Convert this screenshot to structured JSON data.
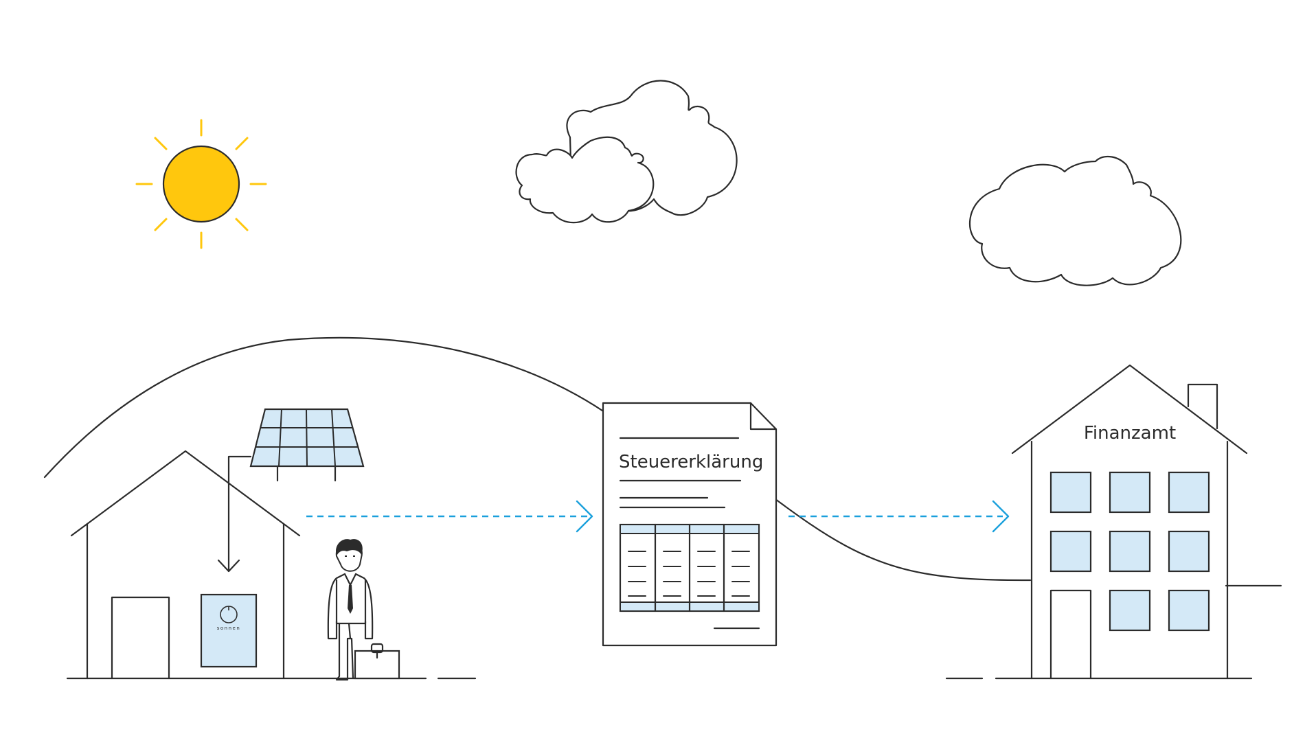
{
  "document": {
    "title": "Steuererklärung"
  },
  "tax_office": {
    "name": "Finanzamt"
  },
  "battery": {
    "brand": "sonnen"
  },
  "colors": {
    "sun": "#ffc70d",
    "flow_arrow": "#1aa0dc",
    "panel_fill": "#d4e9f7",
    "outline": "#2b2b2b"
  },
  "icons": [
    "sun-icon",
    "cloud-icon",
    "solar-panel-icon",
    "house-icon",
    "battery-icon",
    "businessman-icon",
    "briefcase-icon",
    "tax-document-icon",
    "office-building-icon",
    "dashed-arrow-icon"
  ]
}
